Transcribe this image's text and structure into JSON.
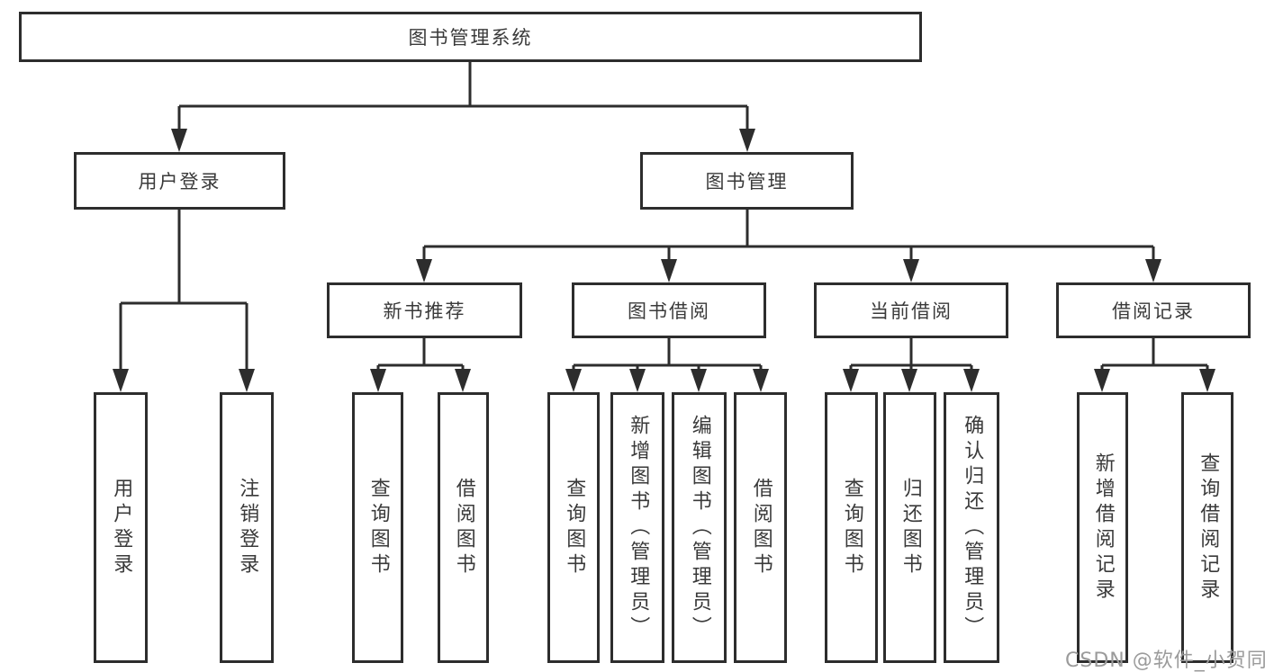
{
  "diagram": {
    "root": "图书管理系统",
    "branches": [
      {
        "label": "用户登录",
        "children": [
          "用户登录",
          "注销登录"
        ]
      },
      {
        "label": "图书管理",
        "children": [
          {
            "label": "新书推荐",
            "children": [
              "查询图书",
              "借阅图书"
            ]
          },
          {
            "label": "图书借阅",
            "children": [
              "查询图书",
              "新增图书（管理员）",
              "编辑图书（管理员）",
              "借阅图书"
            ]
          },
          {
            "label": "当前借阅",
            "children": [
              "查询图书",
              "归还图书",
              "确认归还（管理员）"
            ]
          },
          {
            "label": "借阅记录",
            "children": [
              "新增借阅记录",
              "查询借阅记录"
            ]
          }
        ]
      }
    ]
  },
  "watermark": "CSDN @软件_小贺同学",
  "colors": {
    "line": "#2d2d2d",
    "box_border": "#2d2d2d",
    "text": "#3a3a3a",
    "watermark": "#9b9b9b",
    "background": "#ffffff"
  }
}
